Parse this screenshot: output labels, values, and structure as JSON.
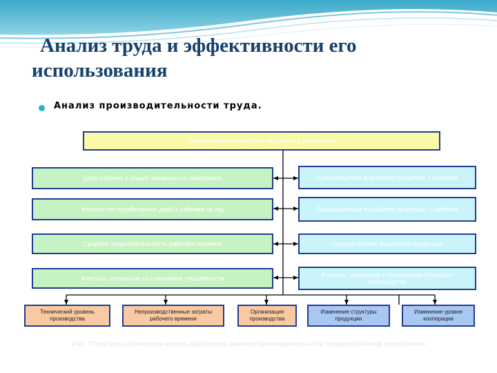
{
  "slide": {
    "title_line1": "Анализ труда и эффективности его",
    "title_line2": "использования",
    "bullet": "Анализ производительности труда."
  },
  "diagram": {
    "top": "Среднегодовая выработка продукции 1 работником",
    "left": [
      "Доля рабочих в общей численности работников",
      "Количество отработанных дней 1 рабочим за год",
      "Средняя продолжительность рабочего времени",
      "Факторы, связанные со снижением трудоемкости"
    ],
    "right": [
      "Среднегодовая выработка продукции 1 рабочим",
      "Среднедневная выработка продукции 1 рабочим",
      "Среднечасовая выработка продукции",
      "Факторы, связанные с изменением структуры производства"
    ],
    "bottom": [
      "Технический уровень производства",
      "Непроизводственные затраты рабочего времени",
      "Организация производства",
      "Изменение структуры продукции",
      "Изменение уровня кооперации"
    ],
    "footer": "Рис. Структурно-логическая модель факторного анализа производительности труда работников предприятия"
  },
  "colors": {
    "title": "#17406d",
    "border": "#1f3b93",
    "yellow": "#f9f9a7",
    "green": "#c6f3c3",
    "cyan": "#c9f5fa",
    "orange": "#f9caa1",
    "blue": "#a8c8f3"
  }
}
